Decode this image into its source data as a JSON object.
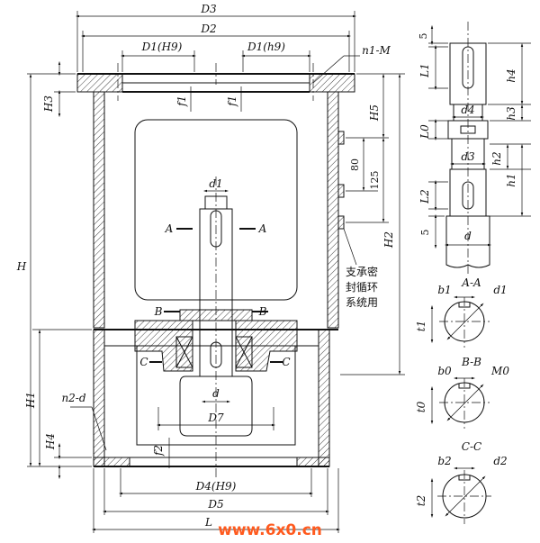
{
  "labels": {
    "D3": "D3",
    "D2": "D2",
    "D1H9": "D1(H9)",
    "D1h9": "D1(h9)",
    "n1M": "n1-M",
    "H": "H",
    "H1": "H1",
    "H2": "H2",
    "H3": "H3",
    "H4": "H4",
    "H5": "H5",
    "f1a": "f1",
    "f1b": "f1",
    "f2": "f2",
    "dim80": "80",
    "dim125": "125",
    "d1": "d1",
    "d": "d",
    "A1": "A",
    "A2": "A",
    "B1": "B",
    "B2": "B",
    "C1": "C",
    "C2": "C",
    "D7": "D7",
    "n2d": "n2-d",
    "D4H9": "D4(H9)",
    "D5": "D5",
    "Lbottom": "L",
    "seal_line1": "支承密",
    "seal_line2": "封循环",
    "seal_line3": "系统用",
    "shaft_5top": "5",
    "shaft_L1": "L1",
    "shaft_h4": "h4",
    "shaft_d4": "d4",
    "shaft_h3": "h3",
    "shaft_L0": "L0",
    "shaft_d3": "d3",
    "shaft_h2": "h2",
    "shaft_h1": "h1",
    "shaft_L2": "L2",
    "shaft_5bot": "5",
    "shaft_d": "d",
    "secAA": "A-A",
    "secAA_b1": "b1",
    "secAA_d1": "d1",
    "secAA_t1": "t1",
    "secBB": "B-B",
    "secBB_b0": "b0",
    "secBB_M0": "M0",
    "secBB_t0": "t0",
    "secCC": "C-C",
    "secCC_b2": "b2",
    "secCC_d2": "d2",
    "secCC_t2": "t2"
  },
  "watermark": "www.6x0.cn",
  "watermark_color": "#ff5a1e"
}
